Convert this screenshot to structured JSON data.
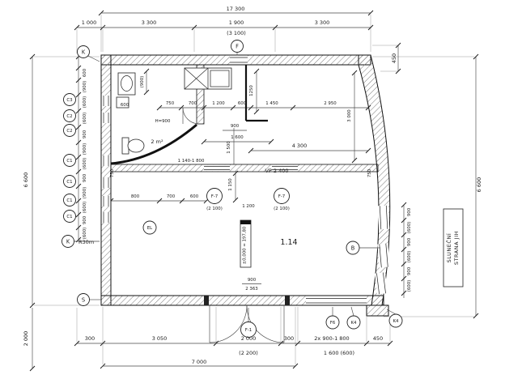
{
  "dims": {
    "top_total": "17 300",
    "top_segments": [
      "1 000",
      "3 300",
      "1 900",
      "3 300"
    ],
    "top_seg3_alt": "(3 100)",
    "right_top": "450",
    "left_total": "6 600",
    "left_bottom": "2 000",
    "right_total": "6 600",
    "left_chain": [
      "600",
      "(900)",
      "(600)",
      "(600)",
      "900",
      "(900)",
      "(600)",
      "900",
      "(900)",
      "(600)",
      "900",
      "(600)"
    ],
    "right_chain": [
      "900",
      "(600)",
      "900",
      "(600)",
      "900",
      "(600)"
    ],
    "bottom_chain": [
      "300",
      "3 050",
      "2 000",
      "300",
      "2x 900-1 800",
      "450"
    ],
    "bottom_alt_2000": "(2 200)",
    "bottom_alt_window": "1 600 (600)",
    "bottom_total": "7 000",
    "interior": {
      "sink": "(900)",
      "boiler": "600",
      "wc_chain": [
        "750",
        "700",
        "1 200",
        "600"
      ],
      "stub_v": "1250",
      "top_room": [
        "1 450",
        "2 950"
      ],
      "right_v": "3 000",
      "door_h": "H=900",
      "stub_w": "900",
      "stub_w2": "1 600",
      "mid_v": "1 500",
      "top_width": "4 300",
      "range": "1 140-1 800",
      "vp": "VP 2 400",
      "wall_end_l": "750",
      "wall_end_r": "750",
      "below_wall_v": "1 150",
      "lower_chain": [
        "800",
        "700",
        "600"
      ],
      "door_w": "1 200",
      "level": "±0,000 = 197,80",
      "opening_w": "900",
      "opening_h": "2 363"
    }
  },
  "markers": {
    "k_top": "K",
    "f_top": "F",
    "c3": "C3",
    "c2_1": "C2",
    "c2_2": "C2",
    "c1_1": "C1",
    "c1_2": "C1",
    "c1_3": "C1",
    "c1_4": "C1",
    "k_left": "K",
    "radius_note": "R30m",
    "s_left": "S",
    "el": "EL",
    "f7_1": "F-7",
    "f7_1_sub": "(2 100)",
    "f7_2": "F-7",
    "f7_2_sub": "(2 100)",
    "b_right": "B",
    "f1": "F-1",
    "f6": "F6",
    "k4_1": "K4",
    "k4_2": "K4"
  },
  "rooms": {
    "main": "1.14",
    "wc": "2 m²"
  },
  "side_note": {
    "line1": "SLUNEČNÍ",
    "line2": "STRANA JIH"
  }
}
